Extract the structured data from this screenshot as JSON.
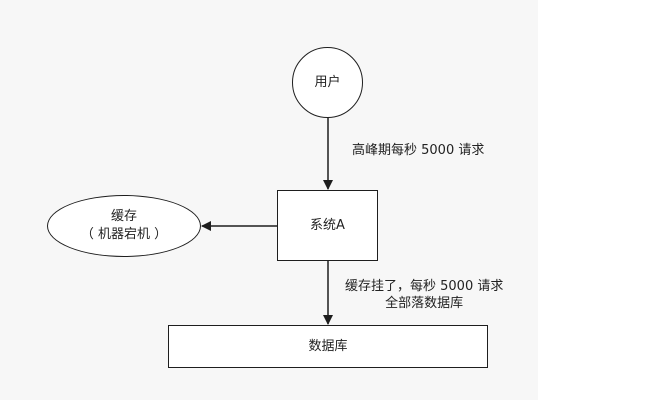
{
  "nodes": {
    "user": "用户",
    "system": "系统A",
    "cache": {
      "line1": "缓存",
      "line2": "（ 机器宕机 ）"
    },
    "database": "数据库"
  },
  "edges": {
    "user_to_system": "高峰期每秒 5000 请求",
    "system_to_database": {
      "line1": "缓存挂了，每秒 5000 请求",
      "line2": "全部落数据库"
    }
  },
  "colors": {
    "stroke": "#1e1e1e",
    "canvas": "#f7f7f7",
    "node_fill": "#ffffff"
  }
}
